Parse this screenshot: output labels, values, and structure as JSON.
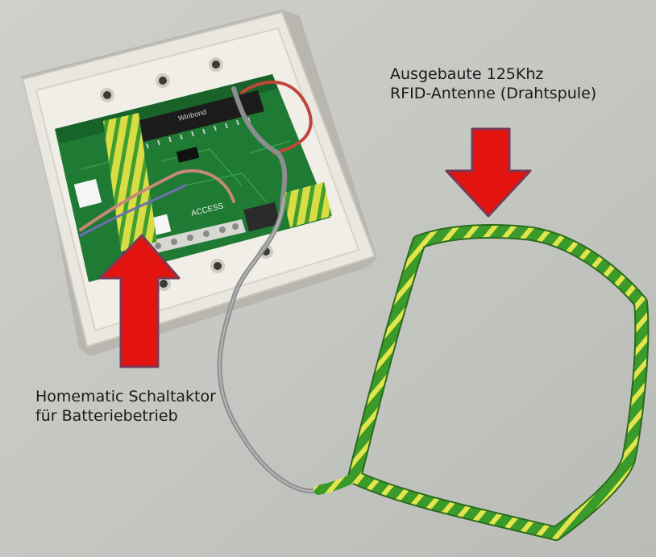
{
  "annotations": {
    "antenna": {
      "line1": "Ausgebaute 125Khz",
      "line2": "RFID-Antenne (Drahtspule)"
    },
    "switch_actor": {
      "line1": "Homematic Schaltaktor",
      "line2": "für Batteriebetrieb"
    }
  },
  "pcb_markings": {
    "chip_brand": "Winbond",
    "connector_label": "ACCESS"
  },
  "colors": {
    "arrow": "#e3140f",
    "arrow_outline": "#7a3a55",
    "pcb_green": "#1f7a34",
    "coil_green": "#3b9b2a",
    "coil_yellow": "#e4e54d",
    "housing": "#e7e5dc",
    "background": "#c9cbc6"
  }
}
